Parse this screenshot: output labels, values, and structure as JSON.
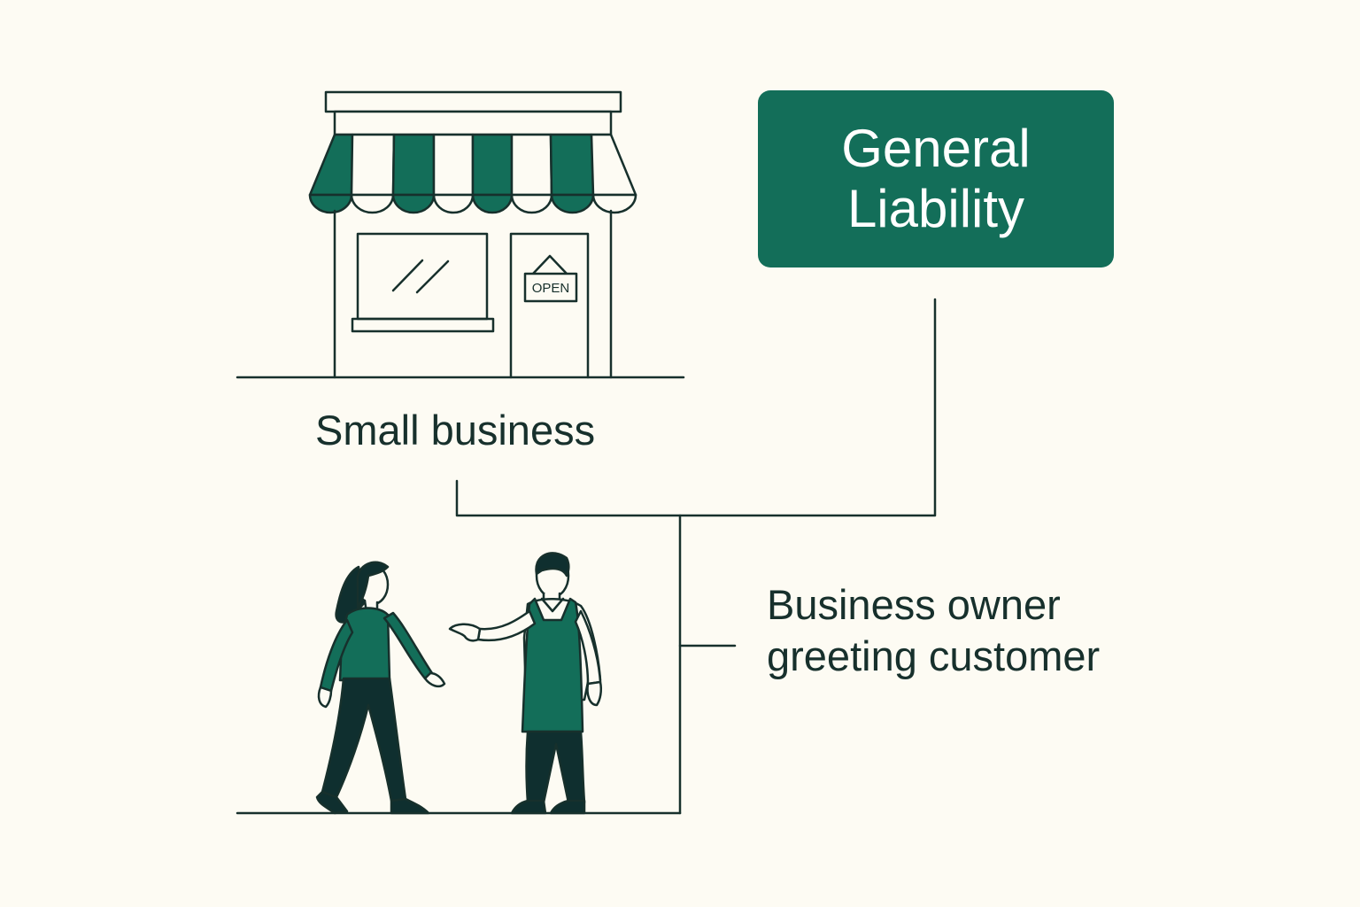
{
  "colors": {
    "background": "#fdfbf3",
    "accent_green": "#136e59",
    "ink": "#17302c",
    "dark_teal": "#0f2f2f"
  },
  "store": {
    "label": "Small business",
    "sign_text": "OPEN"
  },
  "coverage": {
    "title_line1": "General",
    "title_line2": "Liability"
  },
  "people": {
    "label_line1": "Business owner",
    "label_line2": "greeting customer"
  },
  "icons": [
    "storefront-icon",
    "open-sign-icon",
    "customer-figure-icon",
    "shop-owner-figure-icon"
  ]
}
